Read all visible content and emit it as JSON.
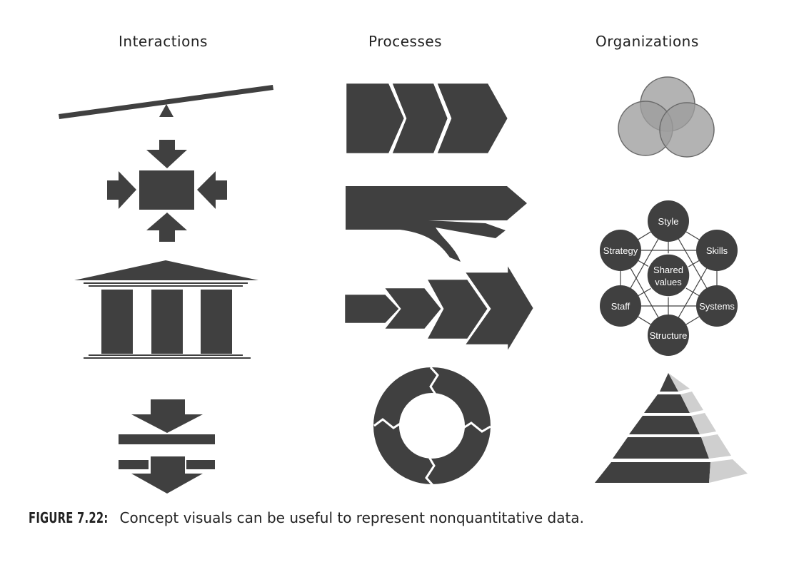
{
  "columns": {
    "interactions": "Interactions",
    "processes": "Processes",
    "organizations": "Organizations"
  },
  "seven_s": {
    "top": "Style",
    "upper_right": "Skills",
    "upper_left": "Strategy",
    "center_line1": "Shared",
    "center_line2": "values",
    "lower_left": "Staff",
    "lower_right": "Systems",
    "bottom": "Structure"
  },
  "caption": {
    "label": "FIGURE 7.22:",
    "text": "Concept visuals can be useful to represent nonquantitative data."
  },
  "colors": {
    "shape": "#404040",
    "light_circle": "#9e9e9e",
    "pyramid_side": "#cfcfcf"
  }
}
